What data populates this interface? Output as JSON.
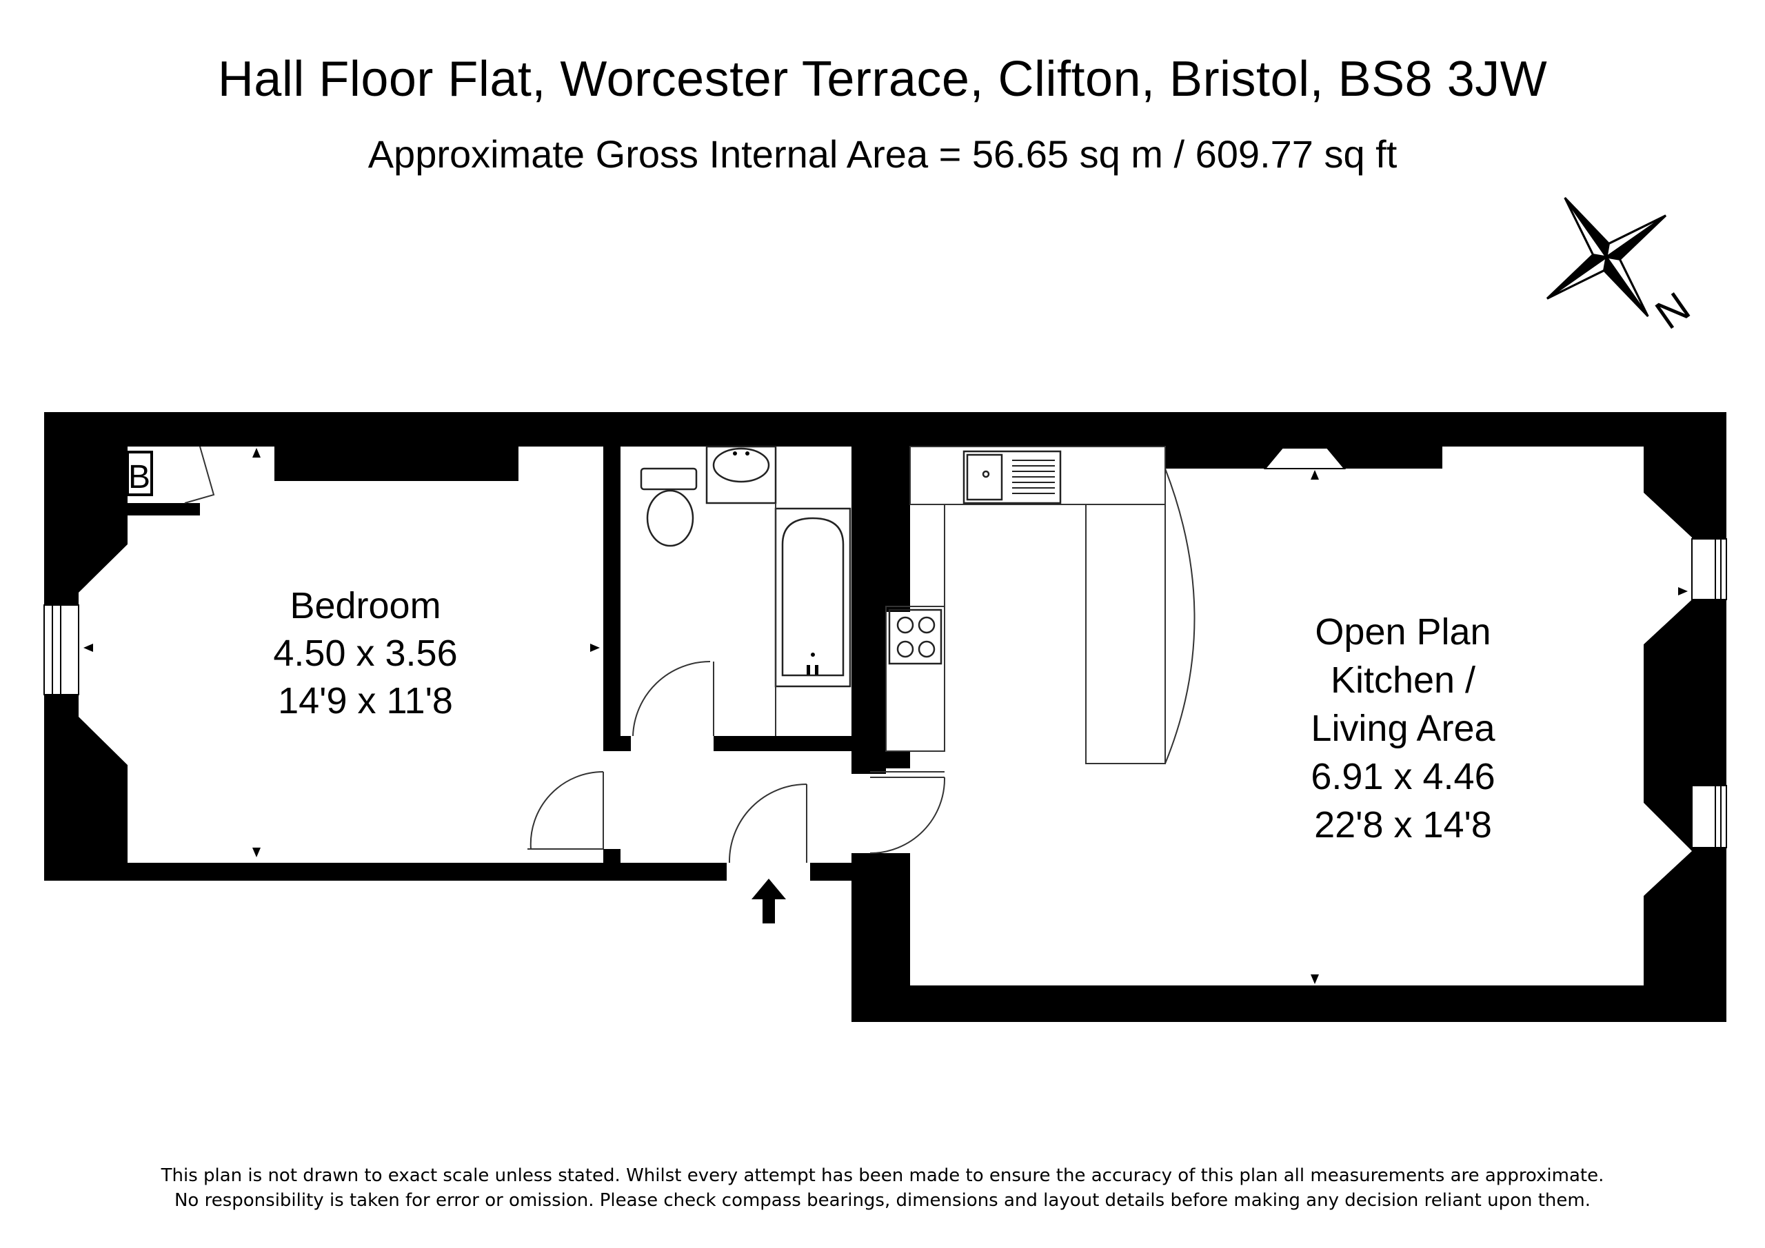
{
  "header": {
    "title": "Hall Floor Flat, Worcester Terrace, Clifton, Bristol, BS8 3JW",
    "area": "Approximate Gross Internal Area = 56.65 sq m / 609.77 sq ft"
  },
  "compass": {
    "north_label": "N",
    "icon": "compass-rose-icon"
  },
  "rooms": {
    "bedroom": {
      "name": "Bedroom",
      "metric": "4.50 x 3.56",
      "imperial": "14'9 x 11'8"
    },
    "living": {
      "name_line1": "Open Plan",
      "name_line2": "Kitchen /",
      "name_line3": "Living Area",
      "metric": "6.91 x 4.46",
      "imperial": "22'8 x 14'8"
    },
    "boiler_label": "B"
  },
  "entrance": {
    "icon": "entrance-arrow-icon"
  },
  "footer": {
    "line1": "This plan is not drawn to exact scale unless stated.  Whilst every attempt has been made to ensure the accuracy of this plan all measurements are approximate.",
    "line2": "No responsibility is taken for error or omission.  Please check compass bearings, dimensions and layout details before making any decision reliant upon them."
  },
  "colors": {
    "wall": "#000000",
    "background": "#ffffff",
    "fixture_line": "#222222"
  }
}
